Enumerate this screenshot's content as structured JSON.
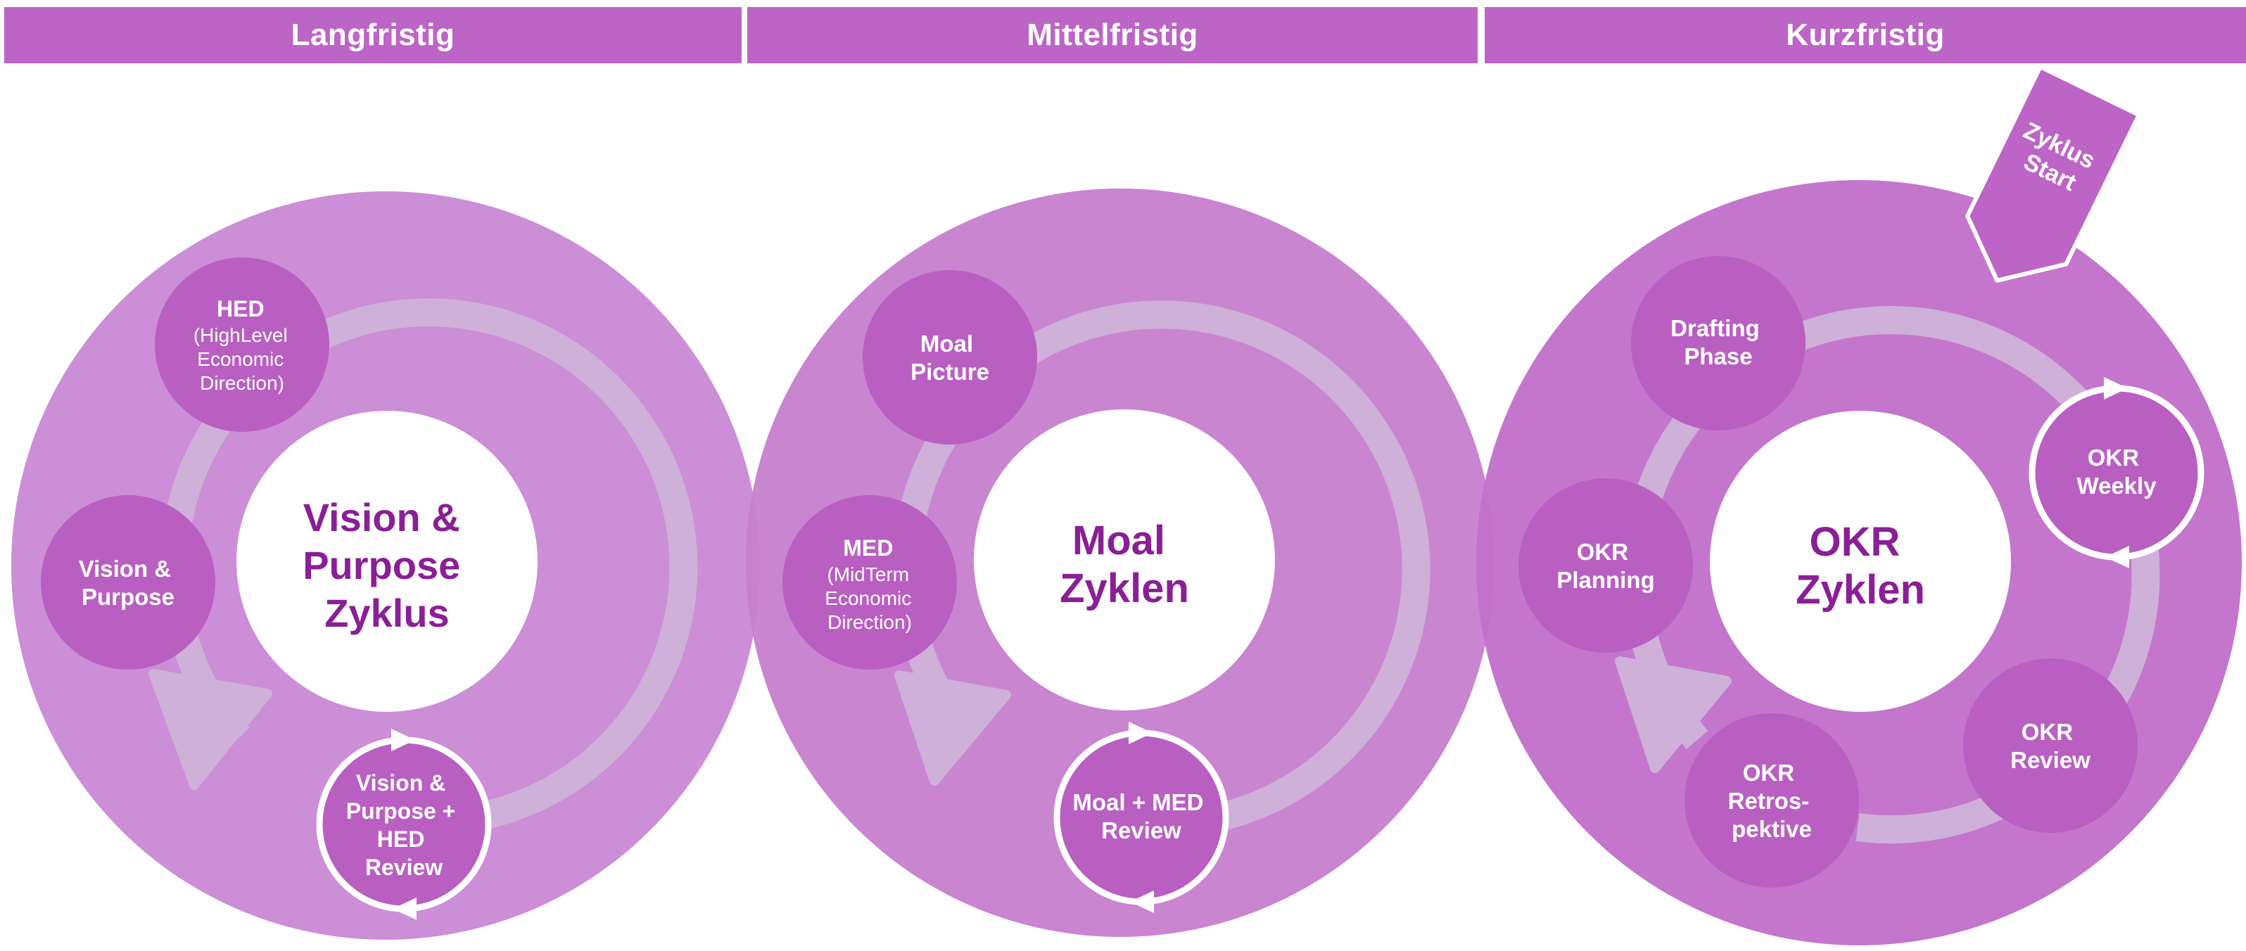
{
  "headers": {
    "langfristig": "Langfristig",
    "mittelfristig": "Mittelfristig",
    "kurzfristig": "Kurzfristig"
  },
  "cycles": {
    "vision": {
      "center": [
        "Vision &",
        "Purpose",
        "Zyklus"
      ],
      "hed_title": "HED",
      "hed_sub": [
        "(HighLevel",
        "Economic",
        "Direction)"
      ],
      "vision_purpose": [
        "Vision &",
        "Purpose"
      ],
      "review": [
        "Vision &",
        "Purpose +",
        "HED",
        "Review"
      ]
    },
    "moal": {
      "center": [
        "Moal",
        "Zyklen"
      ],
      "picture": [
        "Moal",
        "Picture"
      ],
      "med_title": "MED",
      "med_sub": [
        "(MidTerm",
        "Economic",
        "Direction)"
      ],
      "review": [
        "Moal + MED",
        "Review"
      ]
    },
    "okr": {
      "center": [
        "OKR",
        "Zyklen"
      ],
      "drafting": [
        "Drafting",
        "Phase"
      ],
      "planning": [
        "OKR",
        "Planning"
      ],
      "weekly": [
        "OKR",
        "Weekly"
      ],
      "review": [
        "OKR",
        "Review"
      ],
      "retro": [
        "OKR",
        "Retros-",
        "pektive"
      ],
      "start": [
        "Zyklus",
        "Start"
      ]
    }
  },
  "colors": {
    "header": "#bd65c6",
    "outer_left": "#cc8ed6",
    "outer_mid": "#c77ecf",
    "outer_right": "#c272cb",
    "node": "#b95fc2",
    "ring": "#cfb0d8",
    "center_text": "#8a1f96",
    "white": "#ffffff"
  }
}
